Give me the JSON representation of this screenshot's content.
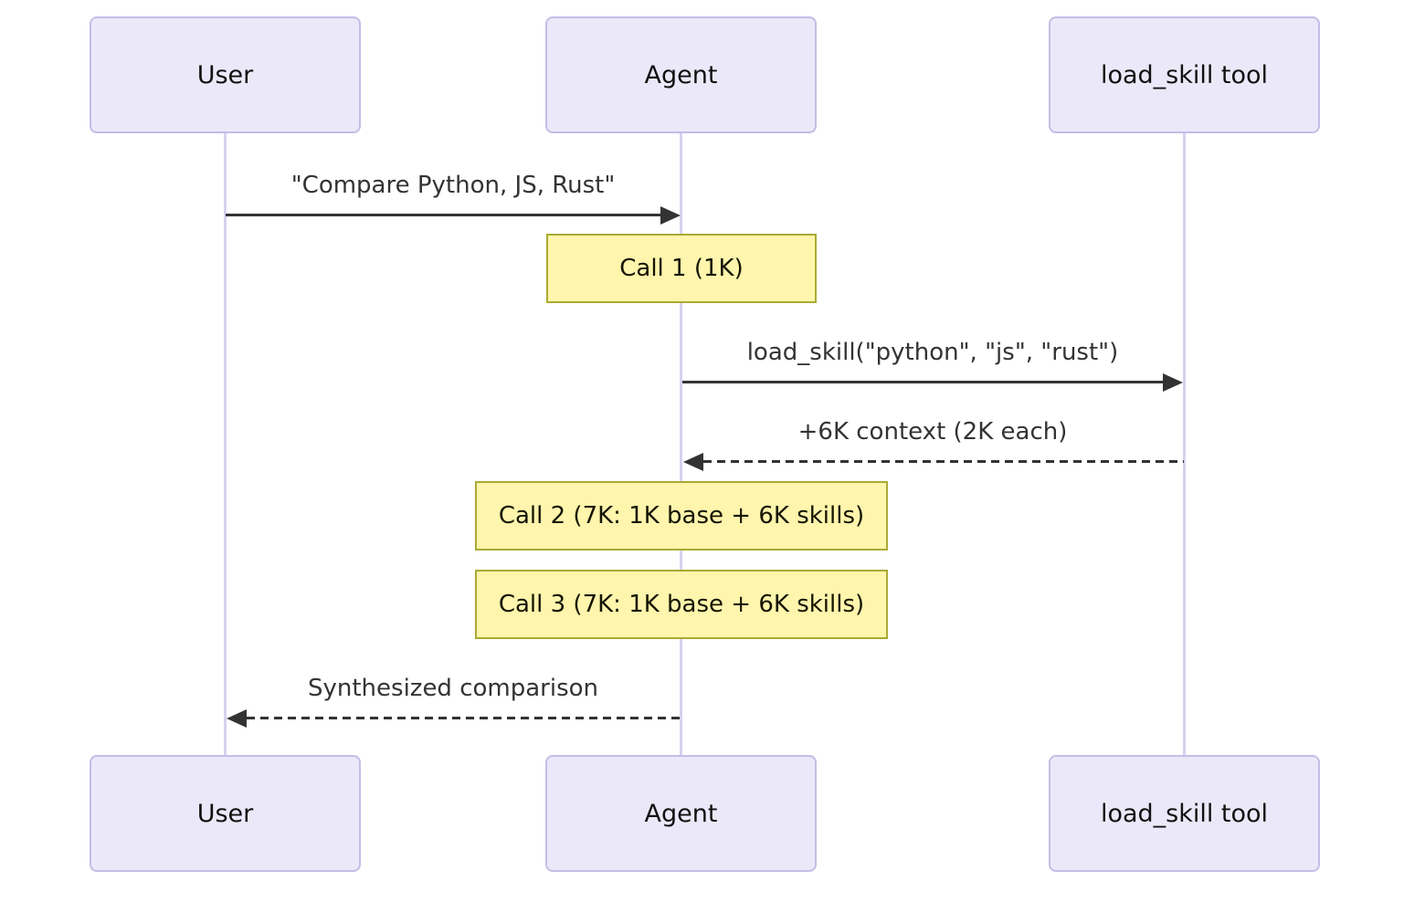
{
  "diagram": {
    "type": "sequence",
    "actors": [
      {
        "id": "user",
        "label": "User"
      },
      {
        "id": "agent",
        "label": "Agent"
      },
      {
        "id": "tool",
        "label": "load_skill tool"
      }
    ],
    "messages": [
      {
        "from": "User",
        "to": "Agent",
        "style": "solid",
        "label": "\"Compare Python, JS, Rust\""
      },
      {
        "from": "Agent",
        "to": "load_skill tool",
        "style": "solid",
        "label": "load_skill(\"python\", \"js\", \"rust\")"
      },
      {
        "from": "load_skill tool",
        "to": "Agent",
        "style": "dashed",
        "label": "+6K context (2K each)"
      },
      {
        "from": "Agent",
        "to": "User",
        "style": "dashed",
        "label": "Synthesized comparison"
      }
    ],
    "notes": [
      {
        "over": "Agent",
        "label": "Call 1 (1K)"
      },
      {
        "over": "Agent",
        "label": "Call 2 (7K: 1K base + 6K skills)"
      },
      {
        "over": "Agent",
        "label": "Call 3 (7K: 1K base + 6K skills)"
      }
    ],
    "colors": {
      "actor_fill": "#ebe9f9",
      "actor_border": "#c3bee6",
      "lifeline": "#d8d0f0",
      "note_fill": "#fff5ad",
      "note_border": "#aaaa33",
      "message_text": "#333333",
      "background": "#ffffff"
    }
  }
}
